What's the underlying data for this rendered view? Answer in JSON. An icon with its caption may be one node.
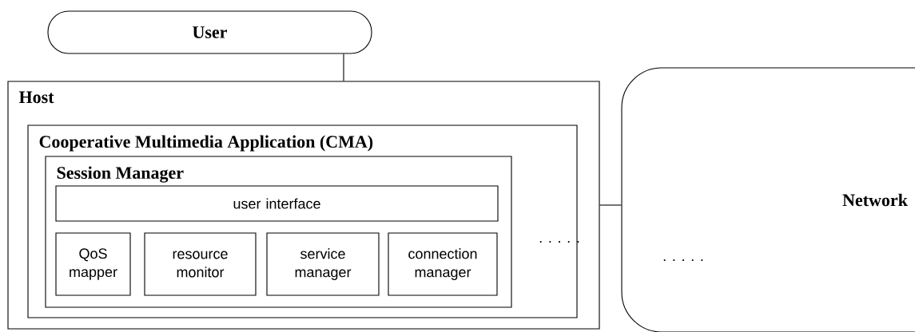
{
  "diagram": {
    "nodes": [
      {
        "text": [
          "User"
        ]
      },
      {
        "text": [
          "Host"
        ]
      },
      {
        "text": [
          "Cooperative Multimedia Application (CMA)"
        ],
        "in": 1
      },
      {
        "text": [
          "Session Manager"
        ],
        "in": 2
      },
      {
        "text": [
          "user interface"
        ],
        "in": 3
      },
      {
        "text": [
          "QoS mapper"
        ],
        "in": 3
      },
      {
        "text": [
          "resource monitor"
        ],
        "in": 3
      },
      {
        "text": [
          "service manager"
        ],
        "in": 3
      },
      {
        "text": [
          "connection manager"
        ],
        "in": 3
      },
      {
        "text": [
          "Network"
        ]
      }
    ],
    "edges": [
      {
        "from": 0,
        "to": 1,
        "arrow": "none"
      },
      {
        "from": 1,
        "to": 9,
        "arrow": "none"
      }
    ],
    "labels": [
      ". . . . .",
      ". . . . ."
    ]
  }
}
